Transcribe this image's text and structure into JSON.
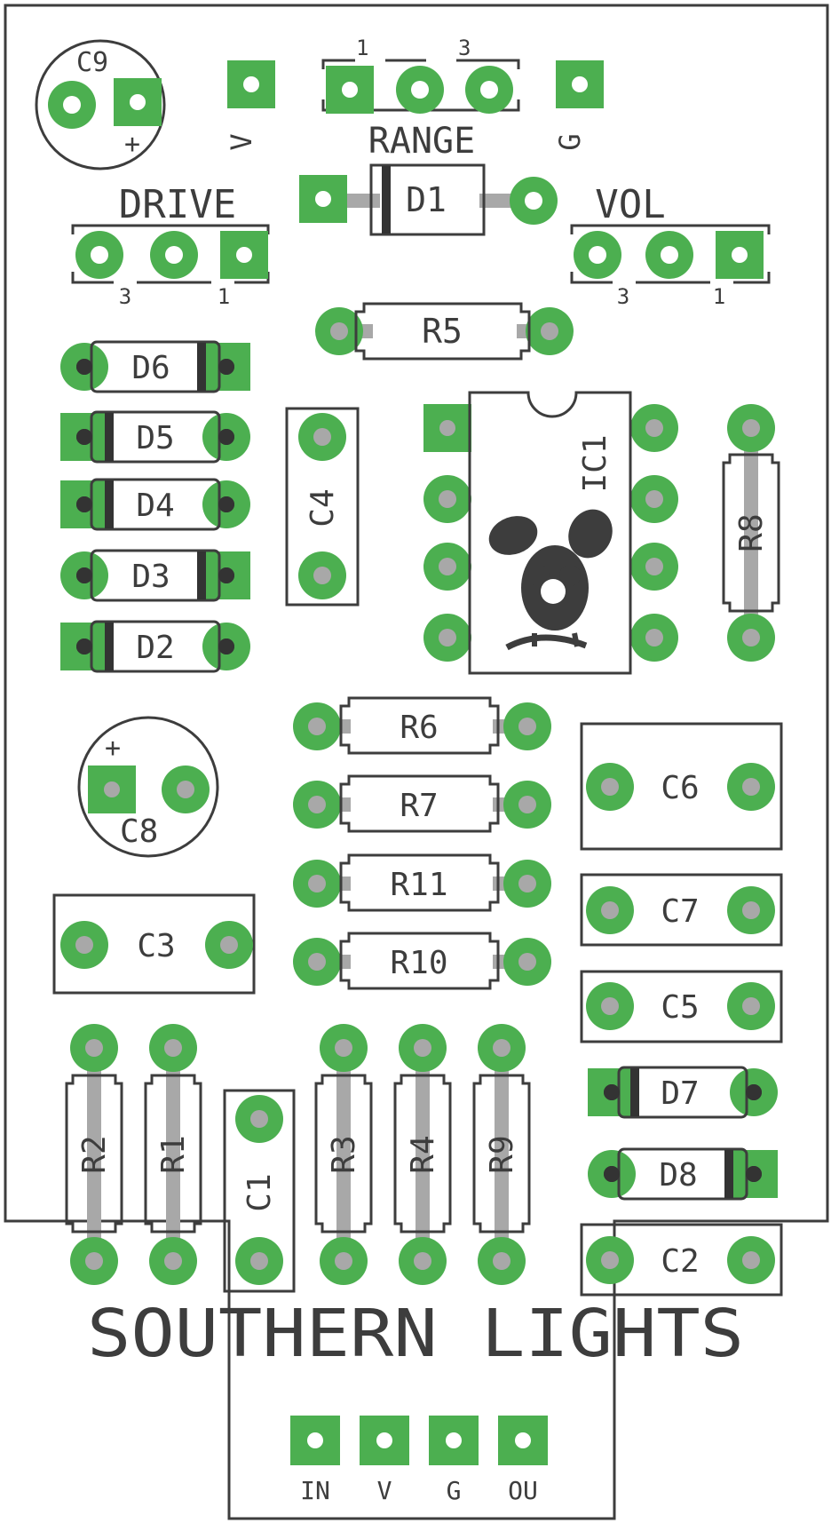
{
  "colors": {
    "pad": "#4caf50",
    "hole": "#9e9e9e",
    "silk": "#3d3d3d",
    "board": "#ffffff",
    "trace": "#a8a8a8",
    "band": "#333333"
  },
  "board_title": "SOUTHERN LIGHTS",
  "header_labels": {
    "v": "V",
    "g": "G",
    "range": "RANGE",
    "drive": "DRIVE",
    "vol": "VOL",
    "pin1": "1",
    "pin3": "3",
    "plus": "+"
  },
  "ic": {
    "label": "IC1",
    "logo": "rabbit-logo"
  },
  "offboard_labels": [
    "IN",
    "V",
    "G",
    "OU"
  ],
  "components": {
    "diodes": [
      "D1",
      "D6",
      "D5",
      "D4",
      "D3",
      "D2",
      "D7",
      "D8"
    ],
    "resistors": [
      "R5",
      "R8",
      "R6",
      "R7",
      "R11",
      "R10",
      "R2",
      "R1",
      "R3",
      "R4",
      "R9"
    ],
    "capacitors": [
      "C9",
      "C4",
      "C8",
      "C3",
      "C6",
      "C7",
      "C5",
      "C1",
      "C2"
    ]
  }
}
